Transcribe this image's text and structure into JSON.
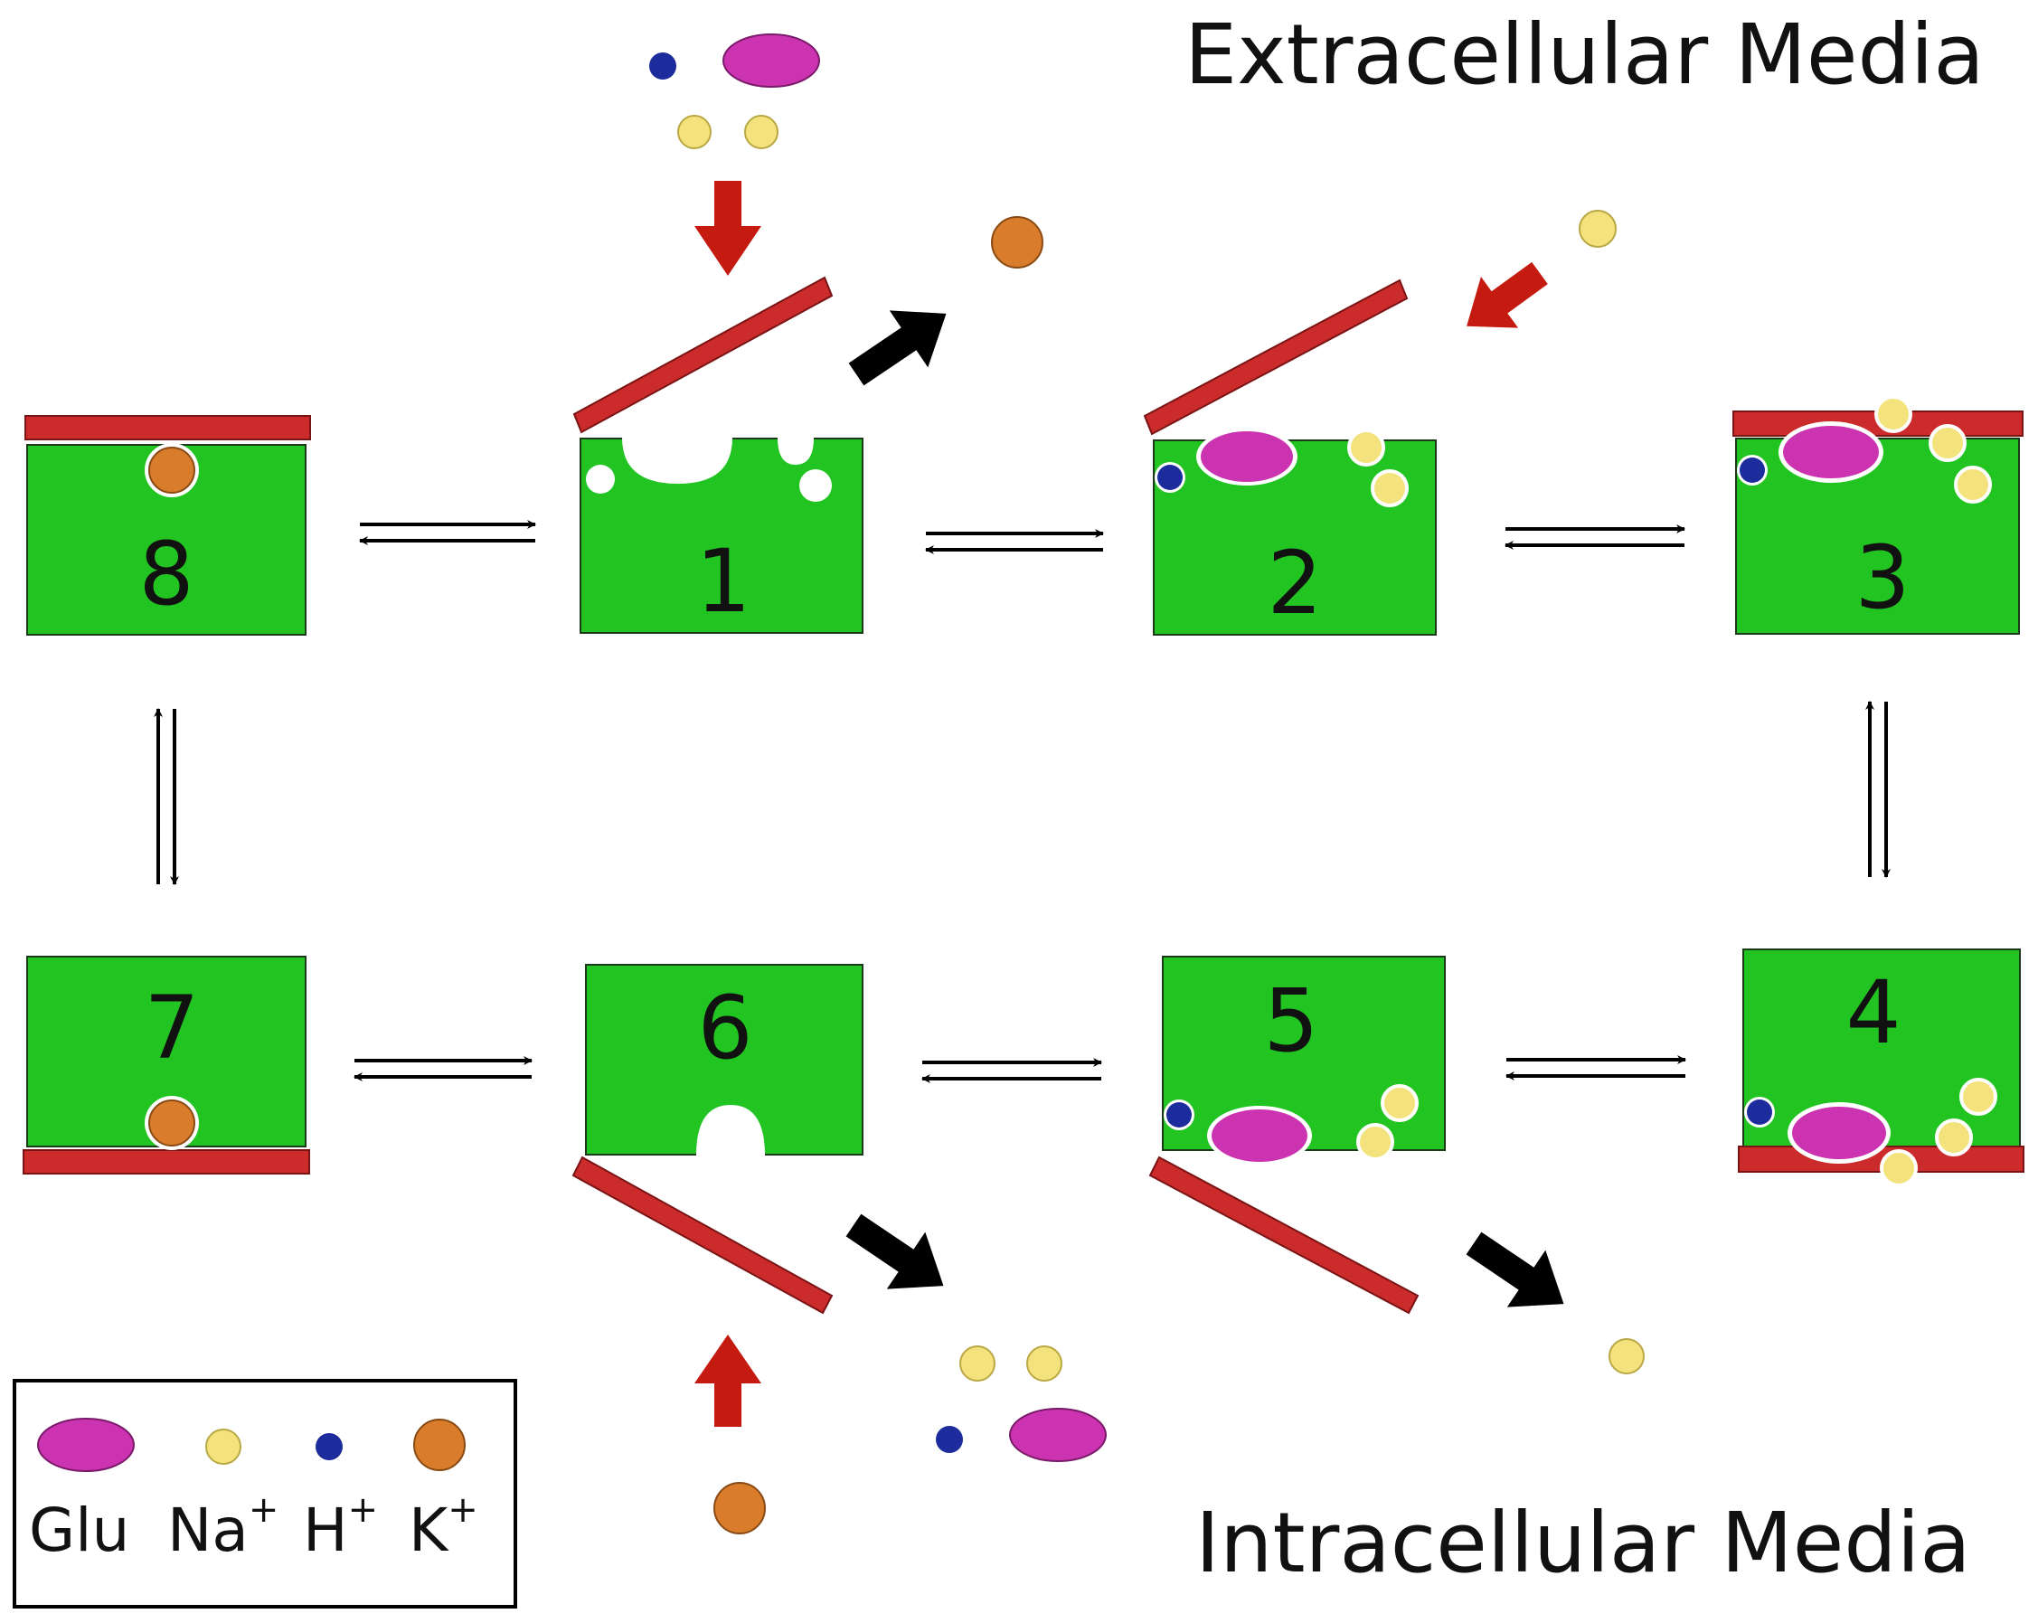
{
  "labels": {
    "extracellular": "Extracellular Media",
    "intracellular": "Intracellular Media"
  },
  "states": [
    {
      "id": "s1",
      "number": "1"
    },
    {
      "id": "s2",
      "number": "2"
    },
    {
      "id": "s3",
      "number": "3"
    },
    {
      "id": "s4",
      "number": "4"
    },
    {
      "id": "s5",
      "number": "5"
    },
    {
      "id": "s6",
      "number": "6"
    },
    {
      "id": "s7",
      "number": "7"
    },
    {
      "id": "s8",
      "number": "8"
    }
  ],
  "legend": {
    "glu": "Glu",
    "na": "Na",
    "h": "H",
    "k": "K",
    "charge": "+"
  },
  "colors": {
    "transporter": "#22c422",
    "gate": "#cc2b2b",
    "glu": "#cc33b0",
    "na": "#f4e37c",
    "h": "#1c2c9c",
    "k": "#d97c2c",
    "red_arrow": "#c41a10",
    "black_arrow": "#000000",
    "outline": "#1a3a1a"
  }
}
